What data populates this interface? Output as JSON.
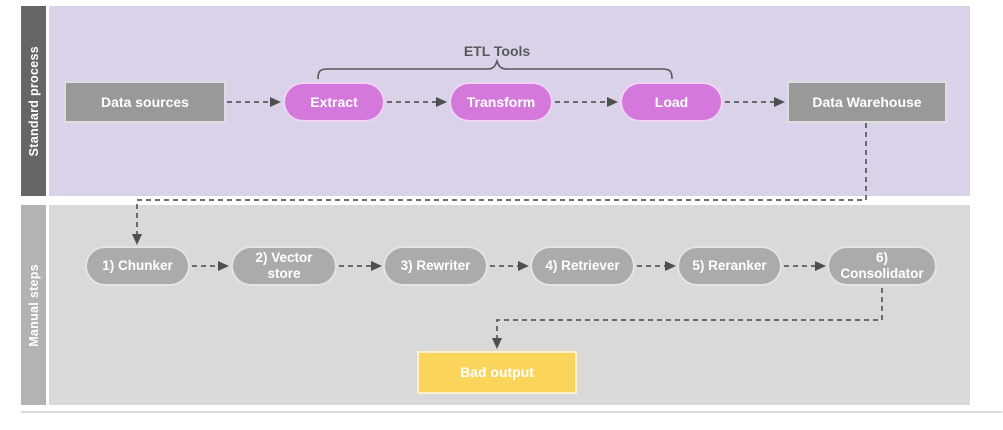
{
  "lanes": {
    "standard": {
      "label": "Standard process"
    },
    "manual": {
      "label": "Manual steps"
    }
  },
  "annotations": {
    "etl_tools": "ETL Tools",
    "etl_tools_covers": [
      "extract",
      "transform",
      "load"
    ]
  },
  "nodes": {
    "data_sources": {
      "label": "Data sources",
      "shape": "rectangle",
      "color": "#999999"
    },
    "extract": {
      "label": "Extract",
      "shape": "pill",
      "color": "#d478dc"
    },
    "transform": {
      "label": "Transform",
      "shape": "pill",
      "color": "#d478dc"
    },
    "load": {
      "label": "Load",
      "shape": "pill",
      "color": "#d478dc"
    },
    "data_warehouse": {
      "label": "Data Warehouse",
      "shape": "rectangle",
      "color": "#999999"
    },
    "chunker": {
      "label": "1) Chunker",
      "shape": "pill",
      "color": "#ababab"
    },
    "vector_store": {
      "label": "2) Vector store",
      "shape": "pill",
      "color": "#ababab"
    },
    "rewriter": {
      "label": "3) Rewriter",
      "shape": "pill",
      "color": "#ababab"
    },
    "retriever": {
      "label": "4) Retriever",
      "shape": "pill",
      "color": "#ababab"
    },
    "reranker": {
      "label": "5) Reranker",
      "shape": "pill",
      "color": "#ababab"
    },
    "consolidator": {
      "label": "6) Consolidator",
      "shape": "pill",
      "color": "#ababab"
    },
    "bad_output": {
      "label": "Bad output",
      "shape": "rectangle",
      "color": "#fbd45c"
    }
  },
  "edges": [
    {
      "from": "data_sources",
      "to": "extract",
      "style": "dashed-arrow"
    },
    {
      "from": "extract",
      "to": "transform",
      "style": "dashed-arrow"
    },
    {
      "from": "transform",
      "to": "load",
      "style": "dashed-arrow"
    },
    {
      "from": "load",
      "to": "data_warehouse",
      "style": "dashed-arrow"
    },
    {
      "from": "data_warehouse",
      "to": "chunker",
      "style": "dashed-arrow"
    },
    {
      "from": "chunker",
      "to": "vector_store",
      "style": "dashed-arrow"
    },
    {
      "from": "vector_store",
      "to": "rewriter",
      "style": "dashed-arrow"
    },
    {
      "from": "rewriter",
      "to": "retriever",
      "style": "dashed-arrow"
    },
    {
      "from": "retriever",
      "to": "reranker",
      "style": "dashed-arrow"
    },
    {
      "from": "reranker",
      "to": "consolidator",
      "style": "dashed-arrow"
    },
    {
      "from": "consolidator",
      "to": "bad_output",
      "style": "dashed-arrow"
    }
  ],
  "colors": {
    "standard_lane_bg": "#d9d2e9",
    "standard_lane_bar": "#666666",
    "manual_lane_bg": "#d9d9d9",
    "manual_lane_bar": "#b3b3b3",
    "gray_node": "#999999",
    "manual_node": "#ababab",
    "etl_node": "#d478dc",
    "bad_output_node": "#fbd45c",
    "connector": "#595959",
    "node_text": "#ffffff"
  }
}
